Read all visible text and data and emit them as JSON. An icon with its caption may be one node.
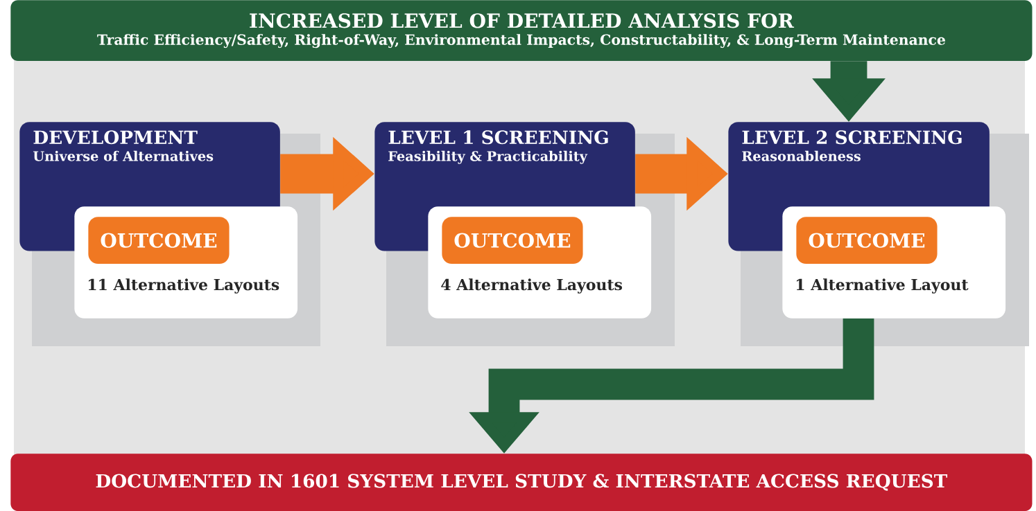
{
  "diagram": {
    "nodes": [
      {
        "text": [
          "INCREASED LEVEL OF DETAILED ANALYSIS FOR",
          "Traffic Efficiency/Safety, Right-of-Way, Environmental Impacts, Constructability, & Long-Term Maintenance"
        ]
      },
      {
        "text": [
          "DEVELOPMENT",
          "Universe of Alternatives"
        ]
      },
      {
        "text": [
          "11 Alternative Layouts"
        ]
      },
      {
        "text": [
          "OUTCOME"
        ],
        "in": 2
      },
      {
        "text": [
          "LEVEL 1 SCREENING",
          "Feasibility & Practicability"
        ]
      },
      {
        "text": [
          "4 Alternative Layouts"
        ]
      },
      {
        "text": [
          "OUTCOME"
        ],
        "in": 5
      },
      {
        "text": [
          "LEVEL 2 SCREENING",
          "Reasonableness"
        ]
      },
      {
        "text": [
          "1 Alternative Layout"
        ]
      },
      {
        "text": [
          "OUTCOME"
        ],
        "in": 8
      },
      {
        "text": [
          "DOCUMENTED IN 1601 SYSTEM LEVEL STUDY & INTERSTATE ACCESS REQUEST"
        ]
      }
    ],
    "edges": [
      {
        "from": 1,
        "to": 4,
        "arrow": "to",
        "color": "#f07822"
      },
      {
        "from": 4,
        "to": 7,
        "arrow": "to",
        "color": "#f07822"
      },
      {
        "from": 0,
        "to": 7,
        "arrow": "to",
        "color": "#24603b"
      },
      {
        "from": 8,
        "to": 10,
        "arrow": "to",
        "color": "#24603b"
      }
    ]
  }
}
